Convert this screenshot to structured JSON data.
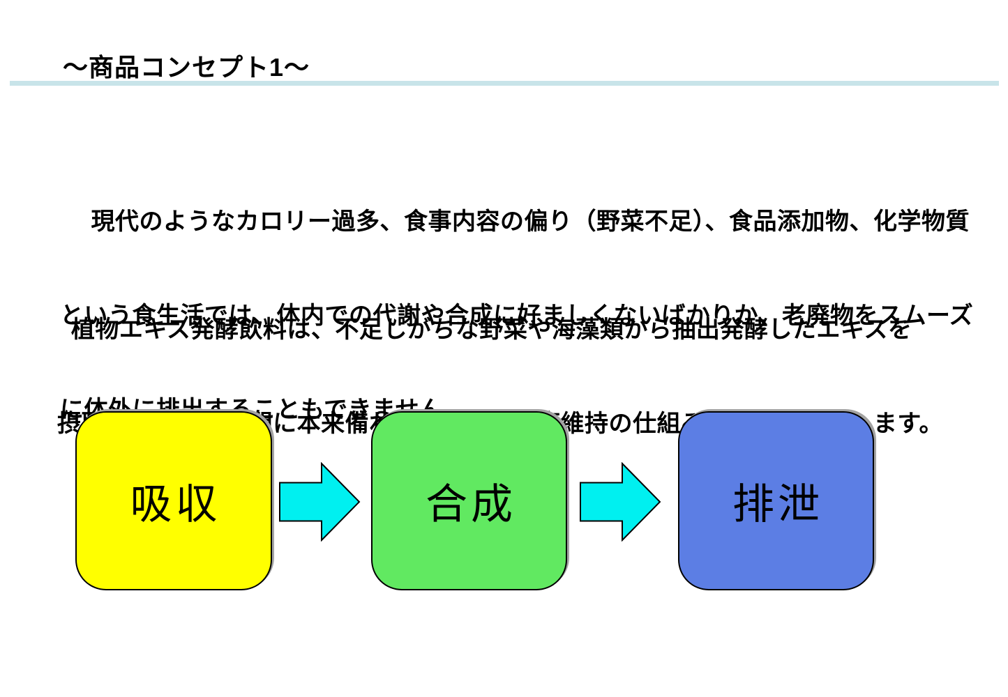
{
  "slide": {
    "title": "〜商品コンセプト1〜",
    "divider_color": "#c8e4e9",
    "paragraph1_lines": [
      "　 現代のようなカロリー過多、食事内容の偏り（野菜不足）、食品添加物、化学物質",
      "という食生活では、体内での代謝や合成に好ましくないばかりか、老廃物をスムーズ",
      "に体外に排出することもできません。"
    ],
    "paragraph2_lines": [
      "  植物エキス発酵飲料は、不足しがちな野菜や海藻類から抽出発酵したエキスを",
      "摂取する事で、人間に本来備わっている、健康維持の仕組みを促す働きをします。"
    ],
    "diagram": {
      "steps": [
        {
          "label": "吸収",
          "color": "#ffff00"
        },
        {
          "label": "合成",
          "color": "#61e961"
        },
        {
          "label": "排泄",
          "color": "#5c7ee4"
        }
      ],
      "arrow_color": "#00f0f0",
      "arrow_border_color": "#000000"
    }
  }
}
